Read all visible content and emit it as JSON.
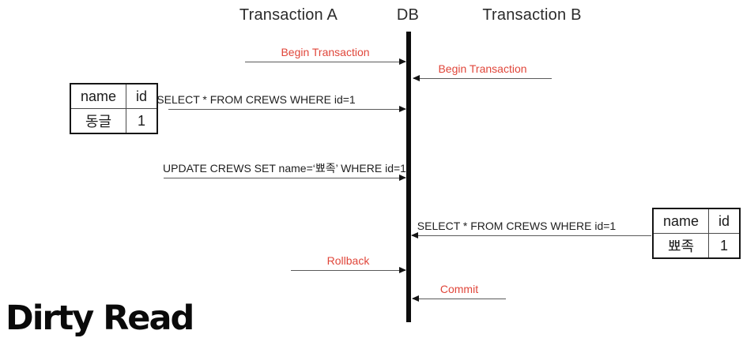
{
  "page": {
    "title": "Dirty Read"
  },
  "lanes": {
    "transaction_a": "Transaction A",
    "db": "DB",
    "transaction_b": "Transaction B"
  },
  "messages": {
    "begin_a": {
      "label": "Begin Transaction",
      "from": "Transaction A",
      "to": "DB",
      "color": "#e0463a"
    },
    "begin_b": {
      "label": "Begin Transaction",
      "from": "Transaction B",
      "to": "DB",
      "color": "#e0463a"
    },
    "select_a": {
      "label": "SELECT * FROM CREWS WHERE id=1",
      "from": "Transaction A",
      "to": "DB",
      "color": "#1f1f1f"
    },
    "update_a": {
      "label": "UPDATE CREWS SET name=‘뾰족’ WHERE id=1",
      "from": "Transaction A",
      "to": "DB",
      "color": "#1f1f1f"
    },
    "select_b": {
      "label": "SELECT * FROM CREWS WHERE id=1",
      "from": "Transaction B",
      "to": "DB",
      "color": "#1f1f1f"
    },
    "rollback": {
      "label": "Rollback",
      "from": "Transaction A",
      "to": "DB",
      "color": "#e0463a"
    },
    "commit": {
      "label": "Commit",
      "from": "Transaction B",
      "to": "DB",
      "color": "#e0463a"
    }
  },
  "tables": {
    "left": {
      "headers": [
        "name",
        "id"
      ],
      "rows": [
        [
          "동글",
          "1"
        ]
      ]
    },
    "right": {
      "headers": [
        "name",
        "id"
      ],
      "rows": [
        [
          "뾰족",
          "1"
        ]
      ]
    }
  },
  "colors": {
    "accent_red": "#e0463a",
    "arrow_line_gray": "#5a5a5a",
    "lifeline_black": "#0d0d0d",
    "background": "#ffffff"
  }
}
